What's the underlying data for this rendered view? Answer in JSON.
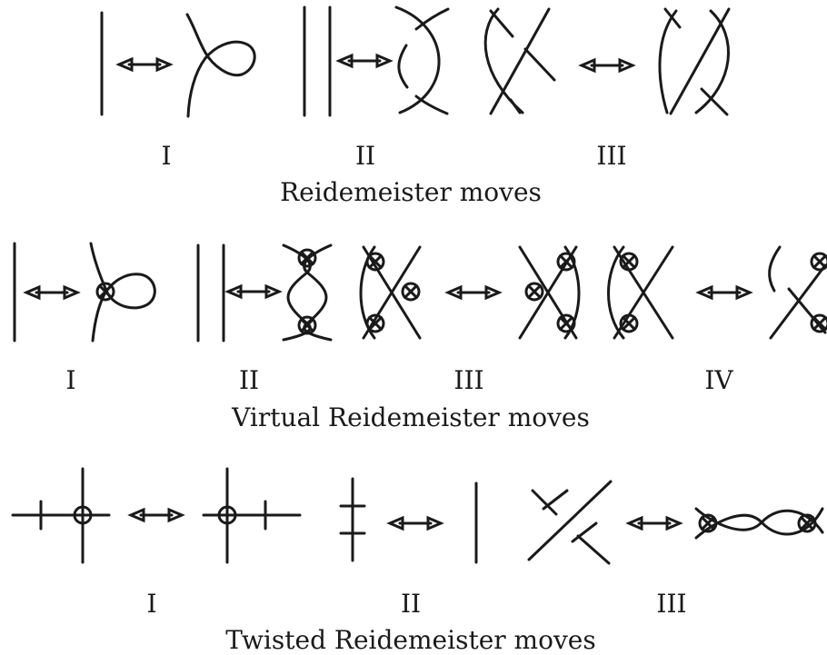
{
  "sections": [
    {
      "caption": "Reidemeister moves",
      "labels": [
        "I",
        "II",
        "III"
      ]
    },
    {
      "caption": "Virtual Reidemeister moves",
      "labels": [
        "I",
        "II",
        "III",
        "IV"
      ]
    },
    {
      "caption": "Twisted Reidemeister moves",
      "labels": [
        "I",
        "II",
        "III"
      ]
    }
  ],
  "colors": {
    "stroke": "#1a1a1a",
    "background": "#ffffff"
  }
}
